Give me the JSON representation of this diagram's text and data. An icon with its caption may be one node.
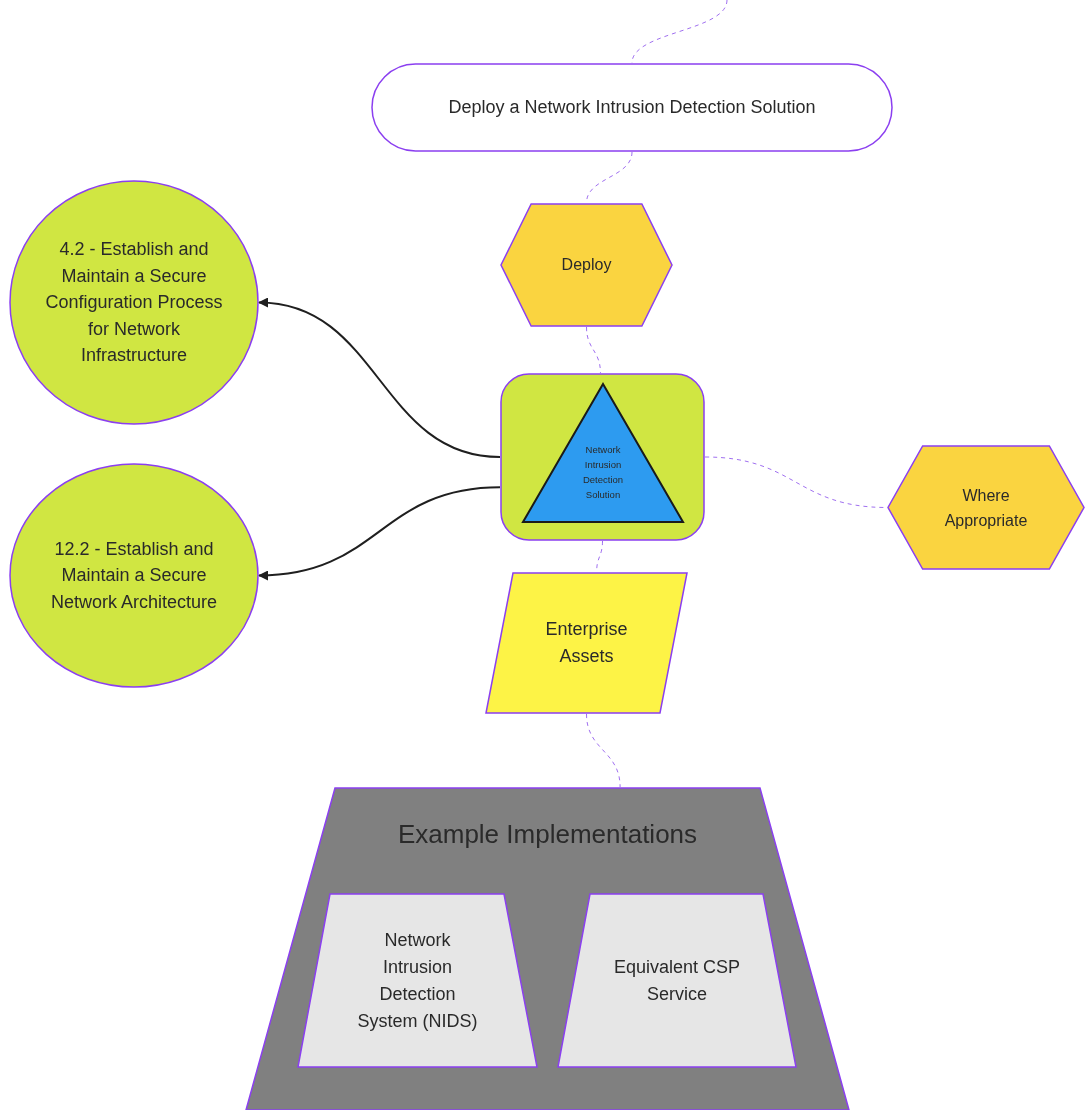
{
  "diagram": {
    "nodes": [
      {
        "text": [
          "Deploy a Network Intrusion Detection Solution"
        ]
      },
      {
        "text": [
          "4.2 - Establish and Maintain a Secure Configuration Process for Network Infrastructure"
        ]
      },
      {
        "text": [
          "Deploy"
        ]
      },
      {
        "text": [],
        "shape": "box"
      },
      {
        "text": [
          "Network Intrusion Detection Solution"
        ],
        "in": 3
      },
      {
        "text": [
          "12.2 - Establish and Maintain a Secure Network Architecture"
        ]
      },
      {
        "text": [
          "Where Appropriate"
        ]
      },
      {
        "text": [
          "Enterprise Assets"
        ]
      },
      {
        "text": [
          "Example Implementations"
        ]
      },
      {
        "text": [
          "Network Intrusion Detection System (NIDS)"
        ],
        "in": 8
      },
      {
        "text": [
          "Equivalent CSP Service"
        ],
        "in": 8
      }
    ],
    "edges": [
      {
        "from": null,
        "to": 0,
        "arrow": "none",
        "style": "dashed"
      },
      {
        "from": 0,
        "to": 2,
        "arrow": "none",
        "style": "dashed"
      },
      {
        "from": 2,
        "to": 3,
        "arrow": "none",
        "style": "dashed"
      },
      {
        "from": 3,
        "to": 1,
        "arrow": "to",
        "color": "#1f1f1f"
      },
      {
        "from": 3,
        "to": 5,
        "arrow": "to",
        "color": "#1f1f1f"
      },
      {
        "from": 3,
        "to": 6,
        "arrow": "none",
        "style": "dashed"
      },
      {
        "from": 3,
        "to": 7,
        "arrow": "none",
        "style": "dashed"
      },
      {
        "from": 7,
        "to": 8,
        "arrow": "none",
        "style": "dashed"
      }
    ]
  }
}
